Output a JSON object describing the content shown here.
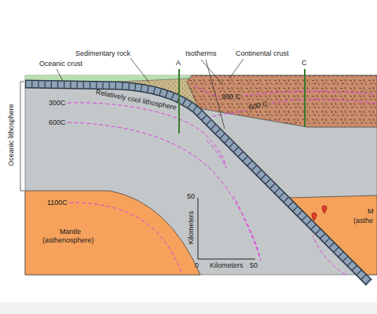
{
  "diagram": {
    "labels": [
      "Sedimentary rock",
      "Oceanic crust",
      "A",
      "Isotherms",
      "Continental crust",
      "C",
      "Relatively cool lithosphere",
      "300C",
      "600C",
      "300 C",
      "600 C",
      "Oceanic lithosphere",
      "1100C",
      "Mantle",
      "(asthenosphere)",
      "50",
      "Kilometers",
      "0",
      "Kilometers",
      "50",
      "M",
      "(asthe"
    ]
  }
}
